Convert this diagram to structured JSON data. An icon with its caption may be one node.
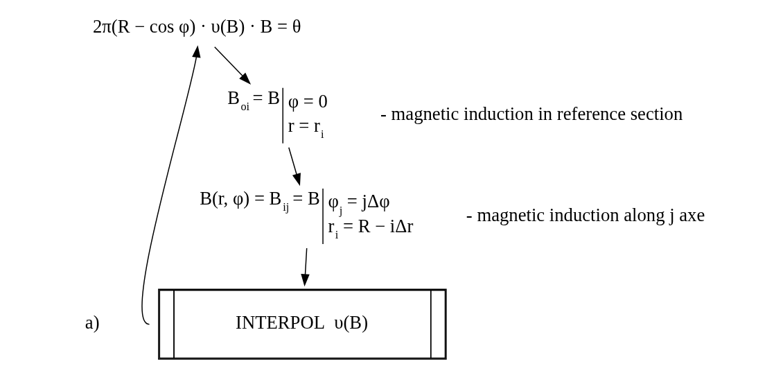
{
  "diagram": {
    "nodes": [
      {
        "text": [
          "2π(R − cos φ) · υ(B) · B = θ"
        ]
      },
      {
        "text": [
          "B$_{oi}$ = B",
          "φ = 0",
          "r = r$_{i}$"
        ],
        "beside": [
          "- magnetic induction in reference section"
        ]
      },
      {
        "text": [
          "B(r, φ) = B$_{ij}$ = B",
          "φ$_{j}$ = jΔφ",
          "r$_{i}$ = R − iΔr"
        ],
        "beside": [
          "- magnetic induction along j axe"
        ]
      },
      {
        "text": [
          "INTERPOL  υ(B)"
        ]
      }
    ],
    "edges": [
      {
        "from": 0,
        "to": 1,
        "arrow": "to"
      },
      {
        "from": 1,
        "to": 2,
        "arrow": "to"
      },
      {
        "from": 2,
        "to": 3,
        "arrow": "to"
      },
      {
        "from": 3,
        "to": 0,
        "arrow": "to"
      }
    ],
    "labels": [
      "a)"
    ]
  }
}
